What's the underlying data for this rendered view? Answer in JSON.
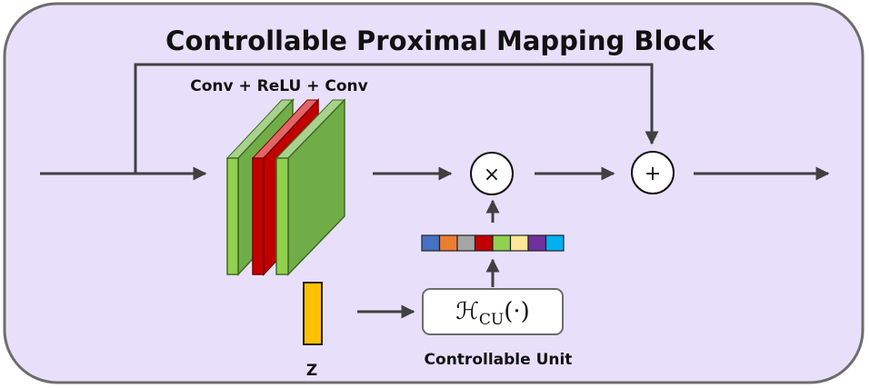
{
  "block": {
    "title": "Controllable Proximal Mapping Block",
    "conv_label": "Conv + ReLU + Conv",
    "z_label": "Z",
    "unit_caption": "Controllable Unit",
    "multiply_symbol": "×",
    "add_symbol": "+",
    "function": {
      "symbol": "ℋ",
      "subscript": "CU",
      "argument": "(·)"
    }
  },
  "colors": {
    "block_fill": "#e8e0fb",
    "block_border": "#6d6d6d",
    "arrow": "#404040",
    "conv_green": "#70ad47",
    "conv_green_light": "#92d050",
    "relu_red": "#c00000",
    "z_fill": "#ffc000",
    "vector_cells": [
      "#4472c4",
      "#ed7d31",
      "#a5a5a5",
      "#c00000",
      "#92d050",
      "#ffe699",
      "#7030a0",
      "#00b0f0"
    ]
  },
  "icons": {
    "multiply": "multiply-circle-icon",
    "add": "add-circle-icon"
  }
}
